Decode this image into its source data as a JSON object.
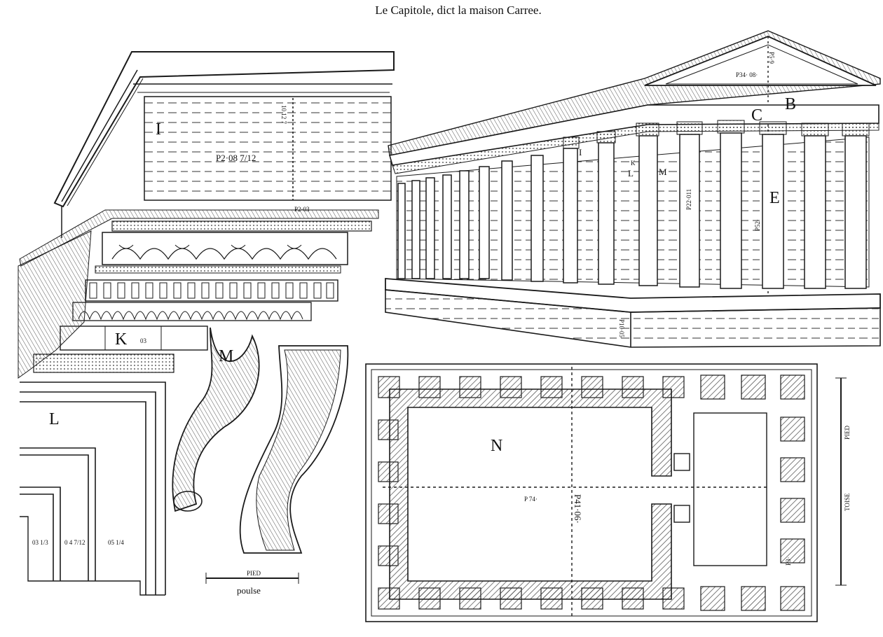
{
  "title": "Le Capitole, dict la maison Carree.",
  "colors": {
    "paper": "#ffffff",
    "ink": "#1a1a1a",
    "hatch": "#555555"
  },
  "letters": {
    "I": "I",
    "K": "K",
    "L": "L",
    "M": "M",
    "B": "B",
    "C": "C",
    "E": "E",
    "N": "N",
    "I2": "I",
    "K2": "K",
    "L2": "L",
    "M2": "M"
  },
  "measures": {
    "wall_height": "P2·08 7/12",
    "block_side": "10 12 7",
    "entab_top": "P2·03",
    "k_block": "03",
    "pediment": "P34· 08·",
    "pediment_v": "P5·9",
    "column": "P22·011",
    "bay": "P52·",
    "podium": "P10·05",
    "plan_w": "P 74·",
    "plan_h": "P41·06·",
    "fig1": "03 1/3",
    "fig2": "0 4 7/12",
    "fig3": "05 1/4",
    "plan_side": "P3·"
  },
  "scales": {
    "pied": "PIED",
    "poulse": "poulse",
    "pied_v": "PIED",
    "toise": "TOISE"
  }
}
